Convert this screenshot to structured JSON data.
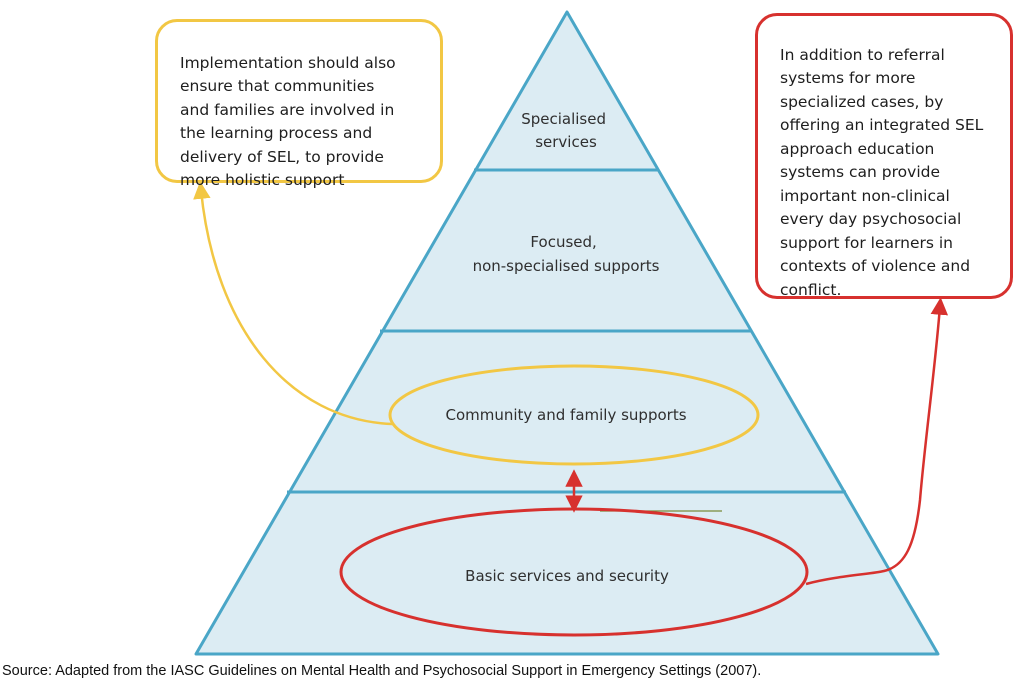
{
  "pyramid": {
    "tiers": [
      {
        "lines": [
          "Specialised",
          "services"
        ]
      },
      {
        "lines": [
          "Focused,",
          "non-specialised supports"
        ]
      },
      {
        "lines": [
          "Community and family supports"
        ]
      },
      {
        "lines": [
          "Basic services and security"
        ]
      }
    ]
  },
  "callouts": {
    "left": {
      "text": "Implementation should also\nensure that communities\nand families are involved in\nthe learning process and\ndelivery of SEL, to provide\nmore holistic support"
    },
    "right": {
      "text": "In addition to referral\nsystems for more\nspecialized cases, by\noffering  an integrated SEL\napproach education\nsystems can provide\nimportant non-clinical\nevery day psychosocial\nsupport for learners  in\ncontexts of violence and\nconflict."
    }
  },
  "source": "Source: Adapted from the IASC Guidelines on Mental Health and Psychosocial Support in Emergency Settings (2007).",
  "colors": {
    "pyramid_fill": "#dcecf3",
    "pyramid_stroke": "#4aa6c7",
    "yellow_accent": "#f2c744",
    "red_accent": "#d7312e"
  }
}
